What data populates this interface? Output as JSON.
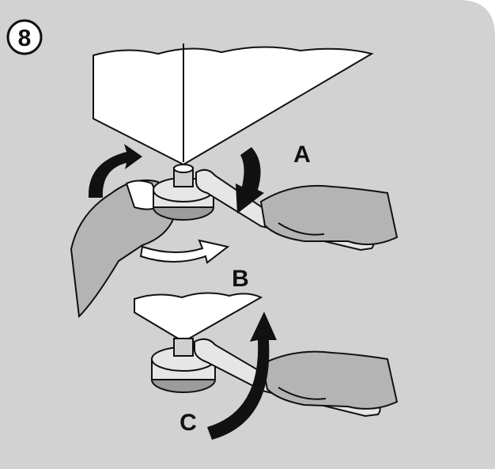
{
  "step": {
    "number": "8"
  },
  "labels": {
    "a": "A",
    "b": "B",
    "c": "C"
  },
  "colors": {
    "panel": "#d2d2d2",
    "hand": "#b4b4b4",
    "metal": "#e6e6e6",
    "shade": "#9c9c9c",
    "ink": "#111111",
    "white": "#ffffff"
  }
}
